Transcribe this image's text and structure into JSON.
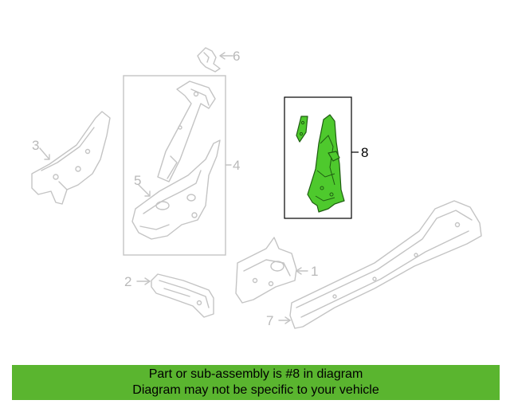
{
  "diagram": {
    "callouts": {
      "c1": "1",
      "c2": "2",
      "c3": "3",
      "c4": "4",
      "c5": "5",
      "c6": "6",
      "c7": "7",
      "c8": "8"
    },
    "highlighted_part": "8",
    "highlight_color": "#4ec92d"
  },
  "banner": {
    "line1": "Part or sub-assembly is #8 in diagram",
    "line2": "Diagram may not be specific to your vehicle",
    "background": "#5ab52f"
  }
}
